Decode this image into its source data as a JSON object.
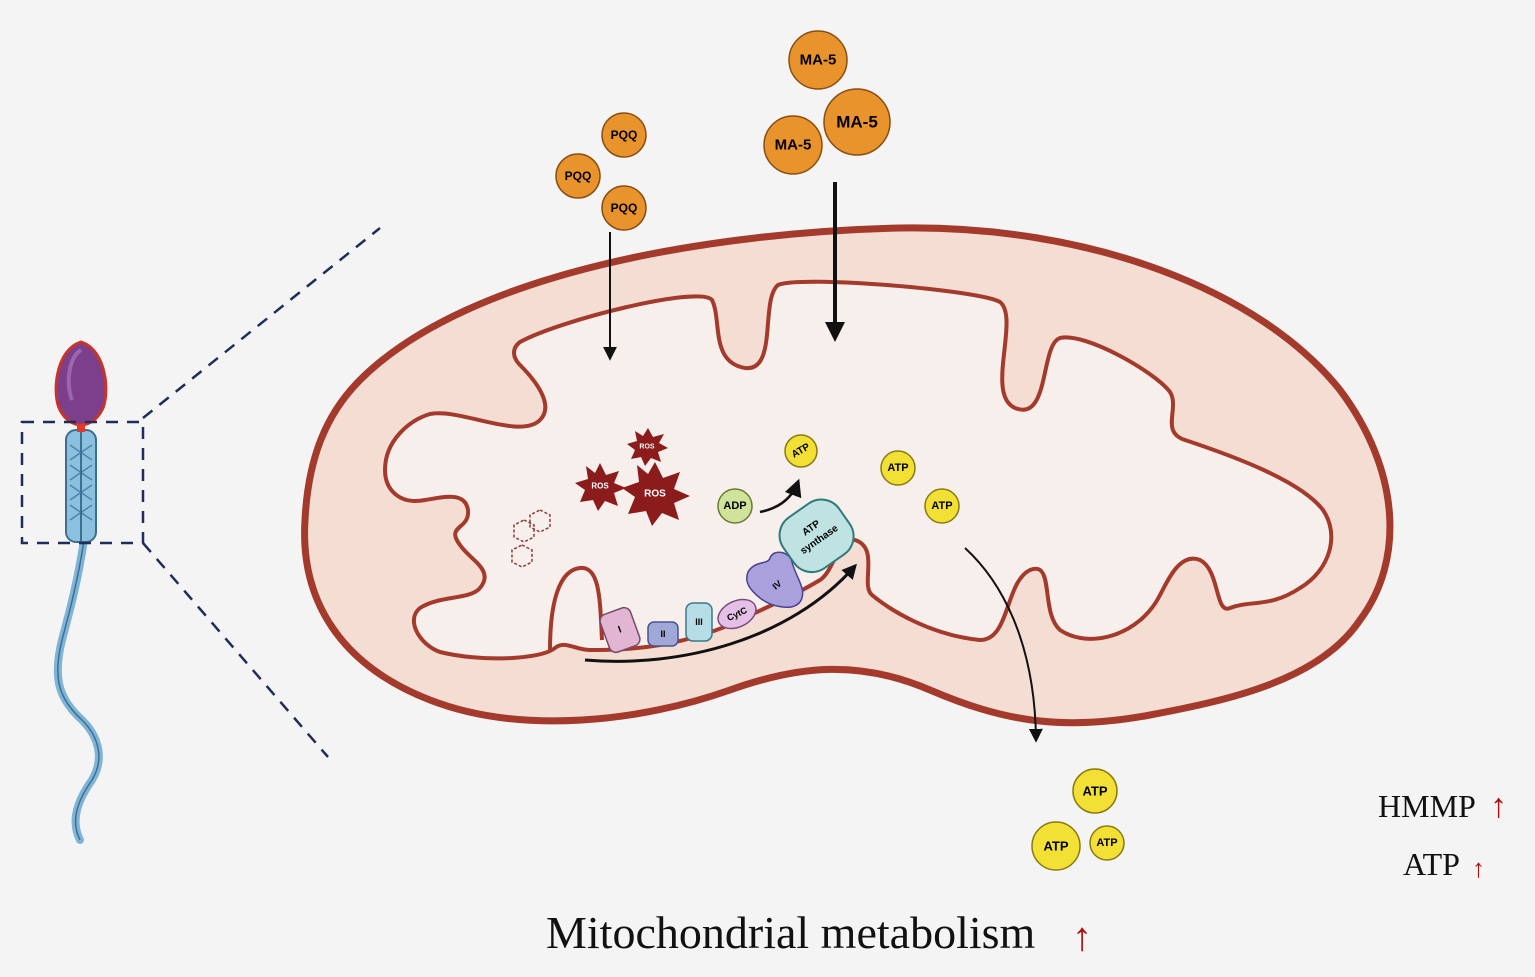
{
  "molecules": {
    "pqq": "PQQ",
    "ma5": "MA-5",
    "ros": "ROS",
    "atp": "ATP",
    "adp": "ADP",
    "atp_synthase": [
      "ATP",
      "synthase"
    ]
  },
  "complexes": {
    "c1": "I",
    "c2": "II",
    "c3": "III",
    "cytc": "CytC",
    "c4": "IV"
  },
  "legend": {
    "hmmp": "HMMP",
    "atp": "ATP",
    "up_arrow": "↑"
  },
  "caption": "Mitochondrial metabolism",
  "colors": {
    "background": "#f4f4f4",
    "membrane": "#a33a2c",
    "mito_fill": "#f4ddd2",
    "matrix_fill": "#f6efec",
    "pqq_ma5": "#e8932c",
    "atp": "#f2e034",
    "adp": "#cfe39a",
    "ros": "#8c1c1c",
    "sperm_body": "#7fb4d6",
    "sperm_head": "#7b3f8c",
    "dashed_lines": "#1f2d5a",
    "up_arrow": "#b01010"
  }
}
